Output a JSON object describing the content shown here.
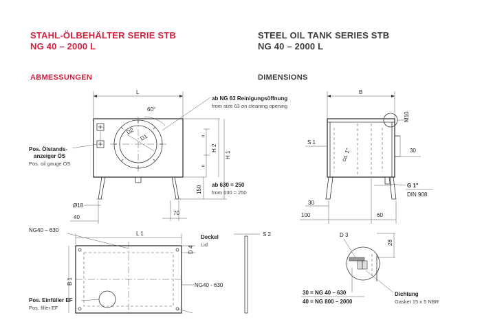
{
  "heading": {
    "de_line1": "STAHL-ÖLBEHÄLTER SERIE STB",
    "de_line2": "NG 40 – 2000 L",
    "en_line1": "STEEL OIL TANK SERIES STB",
    "en_line2": "NG 40 – 2000 L",
    "de_sub": "ABMESSUNGEN",
    "en_sub": "DIMENSIONS"
  },
  "labels": {
    "L": "L",
    "B": "B",
    "L1": "L 1",
    "B1": "B 1",
    "H1": "H 1",
    "H2": "H 2",
    "D1": "D1",
    "D2": "D2",
    "D3": "D 3",
    "D4": "D 4",
    "S1": "S 1",
    "S2": "S 2",
    "angle60": "60°",
    "m10": "M10",
    "ca1": "ca. 1°",
    "dim150": "150",
    "dim70": "70",
    "dim40": "40",
    "dim18": "Ø18",
    "dim30a": "30",
    "dim30b": "30",
    "dim100": "100",
    "dim60": "60",
    "dim28": "28",
    "eq1": "=",
    "eq2": "=",
    "ng40_630_top": "NG40 – 630",
    "ng40_630_bottom": "NG40 - 630",
    "g1": "G 1\"",
    "din908": "DIN 908",
    "cleaning_de": "ab NG 63 Reinigungsöffnung",
    "cleaning_en": "from size 63 on cleaning opening",
    "ab630_de": "ab 630 = 250",
    "ab630_en": "from 630 = 250",
    "gauge_de_1": "Pos. Ölstands-",
    "gauge_de_2": "anzeiger ÖS",
    "gauge_en": "Pos. oil gauge ÖS",
    "filler_de": "Pos. Einfüller EF",
    "filler_en": "Pos. filler EF",
    "lid_de": "Deckel",
    "lid_en": "Lid",
    "gasket_de": "Dichtung",
    "gasket_en": "Gasket 15 x 5 NBR",
    "d3_30": "30 = NG 40 – 630",
    "d3_40": "40 = NG 800 – 2000"
  }
}
